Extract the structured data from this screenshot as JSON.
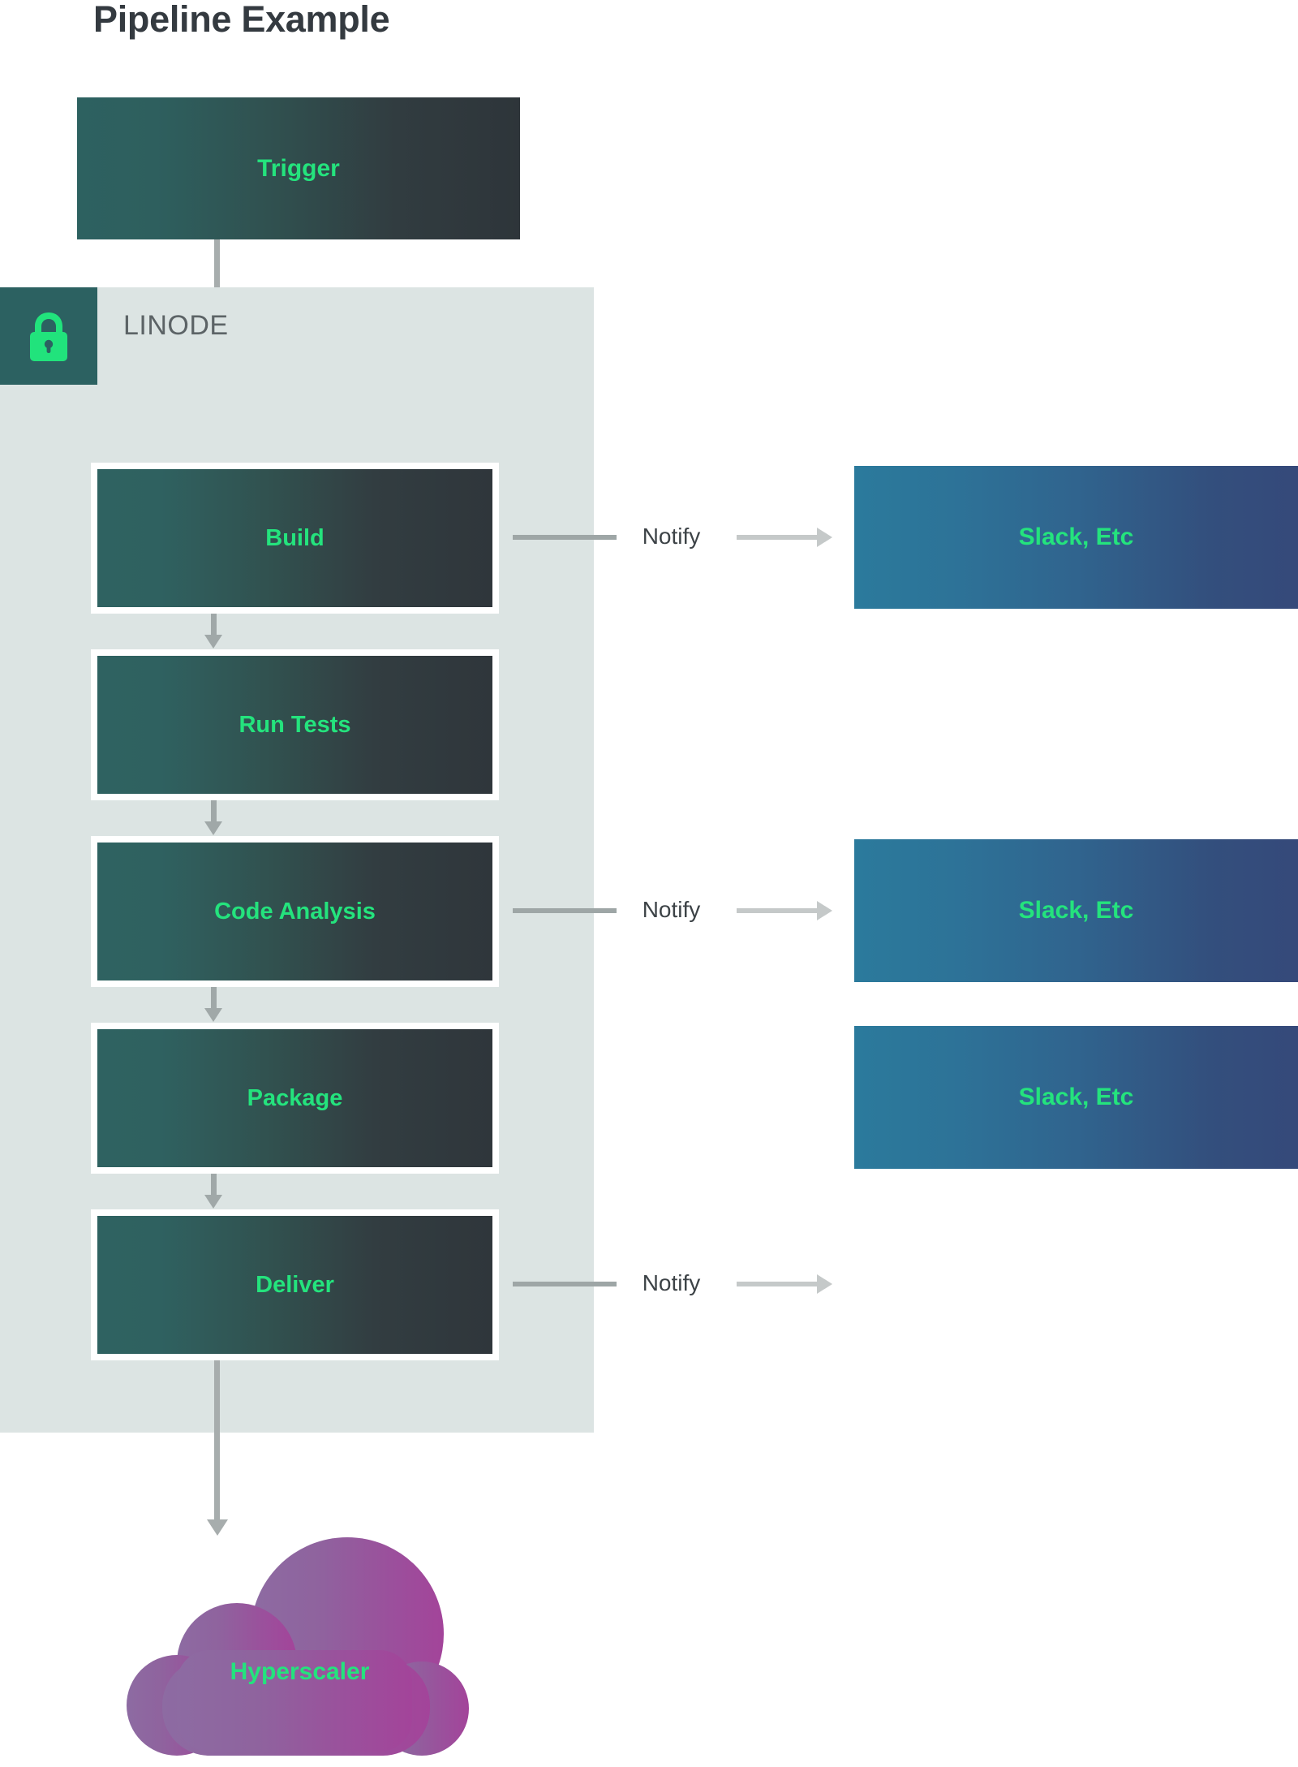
{
  "title": "Pipeline Example",
  "zone": {
    "label": "LINODE",
    "icon": "lock-icon",
    "badge_color": "#2c6161",
    "background_color": "#dce4e3"
  },
  "colors": {
    "node_text": "#24e37d",
    "title_text": "#343a40",
    "zone_label_text": "#5c6366",
    "connector": "#a7adad",
    "notify_text": "#3d4347",
    "stage_gradient_from": "#2f6261",
    "stage_gradient_to": "#2f363b",
    "sink_gradient_from": "#2b7a9c",
    "sink_gradient_to": "#35497a",
    "cloud_gradient_from": "#8e6aa0",
    "cloud_gradient_to": "#a0459a"
  },
  "trigger": {
    "label": "Trigger"
  },
  "stages": [
    {
      "label": "Build"
    },
    {
      "label": "Run Tests"
    },
    {
      "label": "Code Analysis"
    },
    {
      "label": "Package"
    },
    {
      "label": "Deliver"
    }
  ],
  "notifications": [
    {
      "label": "Notify",
      "target": "Slack, Etc"
    },
    {
      "label": "Notify",
      "target": "Slack, Etc"
    },
    {
      "label": "Notify",
      "target": "Slack, Etc"
    }
  ],
  "cloud": {
    "label": "Hyperscaler"
  }
}
